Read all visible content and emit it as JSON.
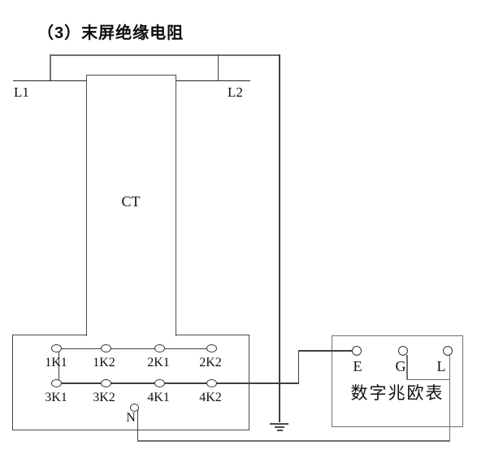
{
  "title": "（3）末屏绝缘电阻",
  "diagram": {
    "primary_terminals": {
      "l1": "L1",
      "l2": "L2"
    },
    "transformer_label": "CT",
    "terminal_box": {
      "row1": [
        "1K1",
        "1K2",
        "2K1",
        "2K2"
      ],
      "row2": [
        "3K1",
        "3K2",
        "4K1",
        "4K2"
      ],
      "neutral": "N"
    },
    "megohmmeter": {
      "terminals": [
        "E",
        "G",
        "L"
      ],
      "name": "数字兆欧表"
    },
    "colors": {
      "wire_dark": "#3f3f3f",
      "wire_gray": "#6f6f6f",
      "text": "#111111",
      "background": "#ffffff"
    }
  }
}
